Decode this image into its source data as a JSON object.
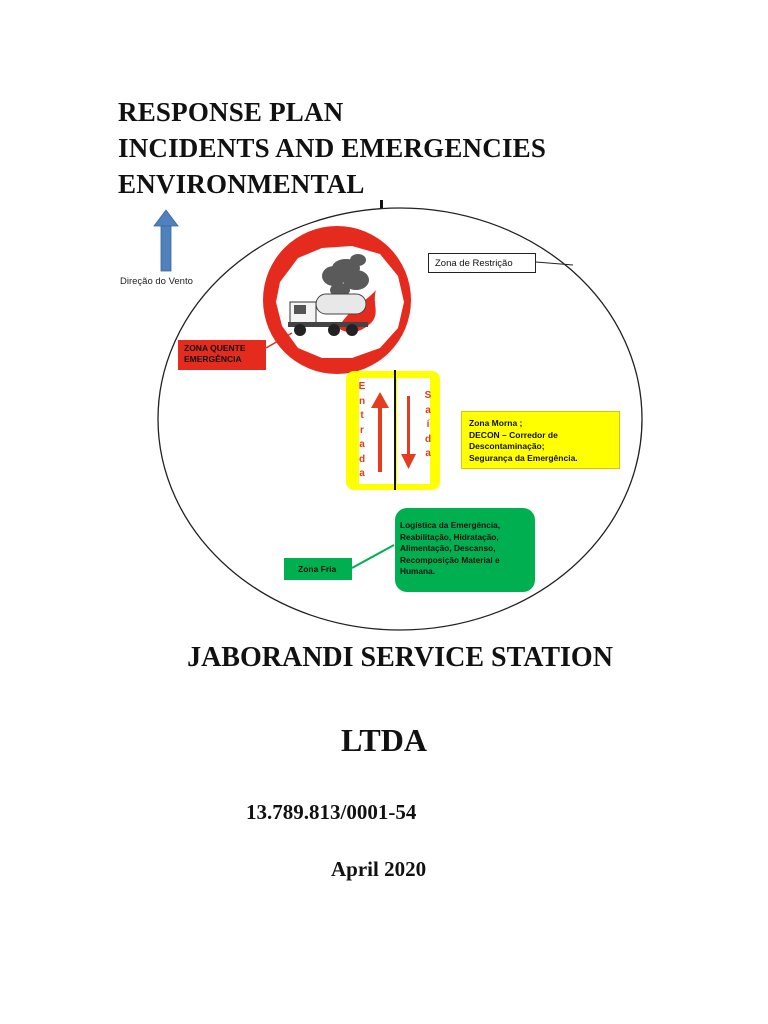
{
  "title": {
    "line1": "RESPONSE PLAN",
    "line2": "INCIDENTS AND EMERGENCIES",
    "line3": "ENVIRONMENTAL"
  },
  "diagram": {
    "wind_label": "Direção do Vento",
    "zona_restricao": "Zona de Restrição",
    "zona_quente": {
      "line1": "ZONA QUENTE",
      "line2": "EMERGÊNCIA"
    },
    "entrada": "Entrada",
    "saida": "Saída",
    "zona_morna": {
      "line1": "Zona Morna ;",
      "line2": "DECON – Corredor de",
      "line3": "Descontaminação;",
      "line4": "Segurança da Emergência."
    },
    "zona_fria": "Zona Fria",
    "logistica": {
      "line1": "Logística da Emergência,",
      "line2": "Reabilitação, Hidratação,",
      "line3": "Alimentação, Descanso,",
      "line4": "Recomposição Material e",
      "line5": "Humana."
    },
    "colors": {
      "hot_zone": "#e52a1e",
      "warm_zone": "#ffff00",
      "cold_zone": "#00b050",
      "wind_arrow": "#4f81bd",
      "corridor_arrow": "#e63c1e"
    }
  },
  "company": {
    "name": "JABORANDI SERVICE STATION",
    "suffix": "LTDA",
    "cnpj": "13.789.813/0001-54",
    "date": "April 2020"
  }
}
